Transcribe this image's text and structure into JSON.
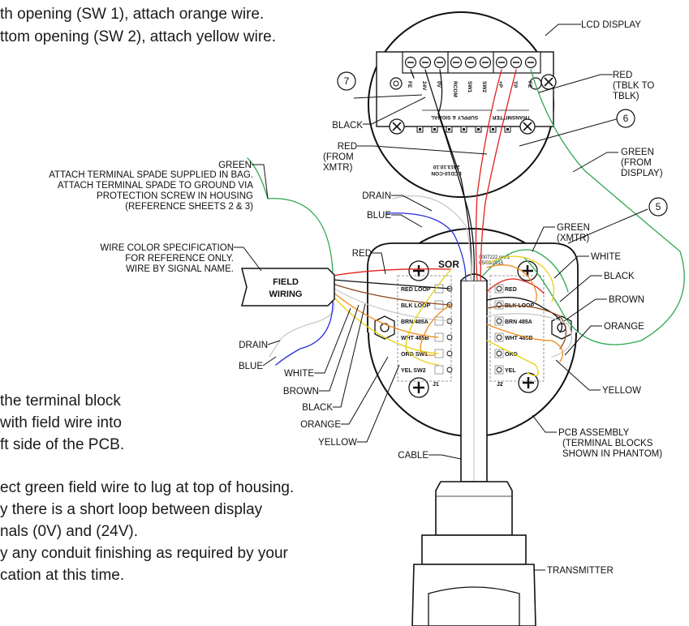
{
  "instructions": {
    "line1": "th opening (SW 1), attach orange wire.",
    "line2": "ttom opening (SW 2), attach yellow wire.",
    "line3": "the terminal block",
    "line4": "with field wire into",
    "line5": "ft side of the PCB.",
    "line6": "ect green field wire to lug at top of housing.",
    "line7": "y there is a short loop between display",
    "line8": "nals (0V) and (24V).",
    "line9": "y any conduit finishing as required by your",
    "line10": "cation at this time."
  },
  "labels": {
    "lcd_display": "LCD DISPLAY",
    "black_top": "BLACK",
    "red_tblk_1": "RED",
    "red_tblk_2": "(TBLK TO",
    "red_tblk_3": "TBLK)",
    "red_from_xmtr_1": "RED",
    "red_from_xmtr_2": "(FROM",
    "red_from_xmtr_3": "XMTR)",
    "green_from_display_1": "GREEN",
    "green_from_display_2": "(FROM",
    "green_from_display_3": "DISPLAY)",
    "green_ground": "GREEN",
    "ground_note_1": "ATTACH TERMINAL SPADE SUPPLIED IN BAG.",
    "ground_note_2": "ATTACH TERMINAL SPADE TO GROUND VIA",
    "ground_note_3": "PROTECTION SCREW IN HOUSING",
    "ground_note_4": "(REFERENCE SHEETS 2 & 3)",
    "drain_top": "DRAIN",
    "blue_top": "BLUE",
    "wire_spec_1": "WIRE COLOR SPECIFICATION",
    "wire_spec_2": "FOR REFERENCE ONLY.",
    "wire_spec_3": "WIRE BY SIGNAL NAME.",
    "field_wiring_1": "FIELD",
    "field_wiring_2": "WIRING",
    "red_left": "RED",
    "green_xmtr_1": "GREEN",
    "green_xmtr_2": "(XMTR)",
    "white_right": "WHITE",
    "black_right": "BLACK",
    "brown_right": "BROWN",
    "orange_right": "ORANGE",
    "yellow_right": "YELLOW",
    "drain_bottom": "DRAIN",
    "blue_bottom": "BLUE",
    "white_bottom": "WHITE",
    "brown_bottom": "BROWN",
    "black_bottom": "BLACK",
    "orange_bottom": "ORANGE",
    "yellow_bottom": "YELLOW",
    "cable": "CABLE",
    "pcb_1": "PCB ASSEMBLY",
    "pcb_2": "(TERMINAL BLOCKS",
    "pcb_3": "SHOWN IN PHANTOM)",
    "transmitter": "TRANSMITTER",
    "callout_5": "5",
    "callout_6": "6",
    "callout_7": "7",
    "sor": "SOR",
    "j1": "J1",
    "j2": "J2",
    "pcb_code_1": "0007222.rev.1",
    "pcb_code_2": "05/03/2015",
    "lcd_code_1": "LCD10-CON",
    "lcd_code_2": "2013.10.10",
    "lcd_term_fe": "FE",
    "lcd_term_24v": "24V",
    "lcd_term_0v": "0V",
    "lcd_term_rcom": "RCOM",
    "lcd_term_sw1": "SW1",
    "lcd_term_sw2": "SW2",
    "lcd_term_pp": "+P",
    "lcd_term_tp": "TP",
    "lcd_term_fe2": "FE",
    "lcd_supply": "SUPPLY & SIGNAL",
    "lcd_transmitter": "TRANSMITTER"
  },
  "terminals": {
    "left": [
      "RED LOOP",
      "BLK LOOP",
      "BRN 485A",
      "WHT 485B",
      "ORG SW1",
      "YEL SW2"
    ],
    "right": [
      "RED",
      "BLK LOOP",
      "BRN 485A",
      "WHT 485B",
      "ORG",
      "YEL"
    ]
  },
  "colors": {
    "red": "#e0201a",
    "black": "#111111",
    "brown": "#8b4a1e",
    "white": "#c9c9c9",
    "orange": "#f08c1a",
    "yellow": "#e9cf10",
    "green": "#2fa84f",
    "blue": "#2a2ee0",
    "drain": "#bdbdbd"
  }
}
